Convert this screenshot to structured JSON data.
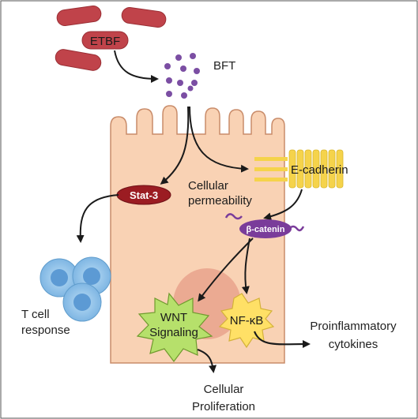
{
  "labels": {
    "etbf": "ETBF",
    "bft": "BFT",
    "e_cadherin": "E-cadherin",
    "stat3": "Stat-3",
    "cellular_permeability_line1": "Cellular",
    "cellular_permeability_line2": "permeability",
    "beta_catenin": "β-catenin",
    "t_cell_line1": "T cell",
    "t_cell_line2": "response",
    "wnt_line1": "WNT",
    "wnt_line2": "Signaling",
    "nfkb": "NF-κB",
    "proinflammatory_line1": "Proinflammatory",
    "proinflammatory_line2": "cytokines",
    "proliferation_line1": "Cellular",
    "proliferation_line2": "Proliferation"
  },
  "colors": {
    "bacteria": "#c0434a",
    "bft_dots": "#7b4ea3",
    "cell_fill": "#f9d2b4",
    "cell_stroke": "#c98c6a",
    "nucleus": "#e9a38c",
    "e_cadherin": "#f5d34b",
    "stat3": "#9b1c22",
    "beta_catenin": "#7a3c9a",
    "t_cell": "#8fc3ec",
    "wnt_star": "#b6e06b",
    "nfkb_star": "#ffe066",
    "arrow": "#1a1a1a"
  }
}
